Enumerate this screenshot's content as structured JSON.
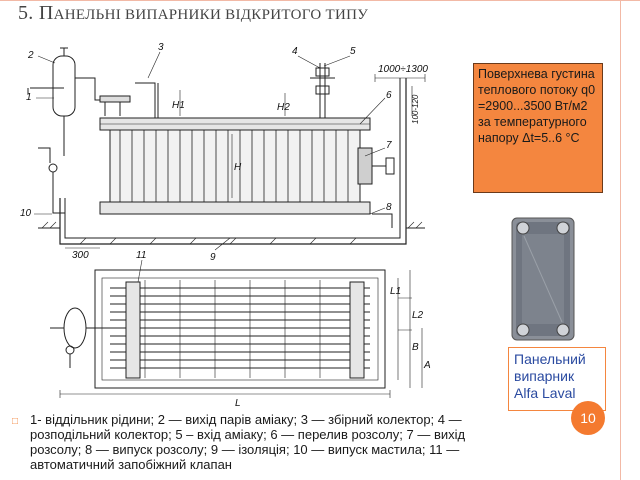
{
  "slide": {
    "title_prefix": "5. П",
    "title_rest": "анельні випарники відкритого типу",
    "callout_text": "Поверхнева густина теплового потоку q0 =2900...3500 Вт/м2 за температурного напору Δt=5..6 °С",
    "caption": "Панельний випарник Alfa Laval",
    "page_number": "10",
    "legend": "1- віддільник рідини; 2 — вихід парів аміаку; 3 — збірний колектор; 4 — розподільний колектор; 5 – вхід аміаку; 6 — перелив розсолу; 7 — вихід розсолу; 8 — випуск розсолу; 9 — ізоляція; 10 — випуск мастила; 11 — автоматичний запобіжний клапан",
    "bullet_icon": "hollow-square-bullet",
    "accent_color": "#f4863f"
  },
  "drawing": {
    "top_numbers": [
      "2",
      "3",
      "4",
      "5"
    ],
    "side_numbers": [
      "1",
      "6",
      "7",
      "8",
      "9",
      "10",
      "11"
    ],
    "dims": [
      "1000÷1300",
      "100-120",
      "H1",
      "H2",
      "H",
      "300",
      "L",
      "L1",
      "L2",
      "B",
      "A"
    ]
  }
}
